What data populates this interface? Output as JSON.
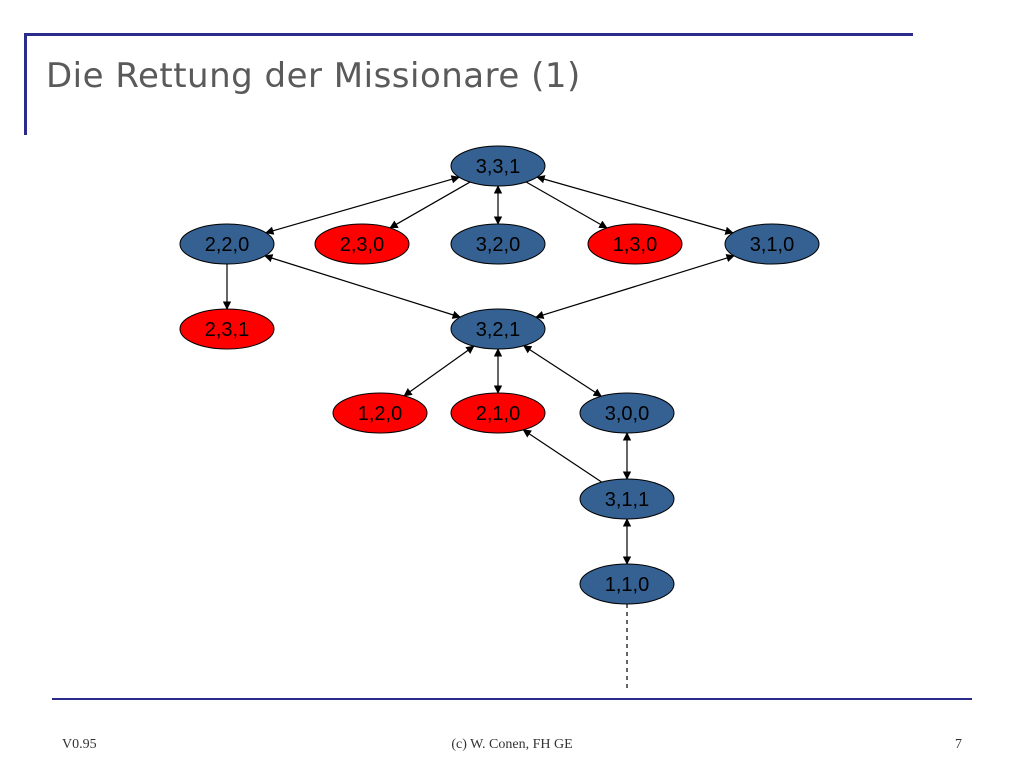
{
  "slide": {
    "title": "Die Rettung der Missionare (1)",
    "footer_left": "V0.95",
    "footer_center": "(c) W. Conen, FH GE",
    "page_number": "7"
  },
  "colors": {
    "valid_state": "#346192",
    "invalid_state": "#ff0000",
    "frame": "#2b2b8c"
  },
  "diagram": {
    "nodes": [
      {
        "id": "n331",
        "label": "3,3,1",
        "status": "valid"
      },
      {
        "id": "n220",
        "label": "2,2,0",
        "status": "valid"
      },
      {
        "id": "n230",
        "label": "2,3,0",
        "status": "invalid"
      },
      {
        "id": "n320",
        "label": "3,2,0",
        "status": "valid"
      },
      {
        "id": "n130",
        "label": "1,3,0",
        "status": "invalid"
      },
      {
        "id": "n310",
        "label": "3,1,0",
        "status": "valid"
      },
      {
        "id": "n231",
        "label": "2,3,1",
        "status": "invalid"
      },
      {
        "id": "n321",
        "label": "3,2,1",
        "status": "valid"
      },
      {
        "id": "n120",
        "label": "1,2,0",
        "status": "invalid"
      },
      {
        "id": "n210",
        "label": "2,1,0",
        "status": "invalid"
      },
      {
        "id": "n300",
        "label": "3,0,0",
        "status": "valid"
      },
      {
        "id": "n311",
        "label": "3,1,1",
        "status": "valid"
      },
      {
        "id": "n110",
        "label": "1,1,0",
        "status": "valid"
      }
    ],
    "edges": [
      {
        "from": "n331",
        "to": "n220",
        "bidirectional": true
      },
      {
        "from": "n331",
        "to": "n230",
        "bidirectional": false
      },
      {
        "from": "n331",
        "to": "n320",
        "bidirectional": true
      },
      {
        "from": "n331",
        "to": "n130",
        "bidirectional": false
      },
      {
        "from": "n331",
        "to": "n310",
        "bidirectional": true
      },
      {
        "from": "n220",
        "to": "n231",
        "bidirectional": false
      },
      {
        "from": "n220",
        "to": "n321",
        "bidirectional": true
      },
      {
        "from": "n310",
        "to": "n321",
        "bidirectional": true
      },
      {
        "from": "n321",
        "to": "n120",
        "bidirectional": true
      },
      {
        "from": "n321",
        "to": "n210",
        "bidirectional": true
      },
      {
        "from": "n321",
        "to": "n300",
        "bidirectional": true
      },
      {
        "from": "n300",
        "to": "n311",
        "bidirectional": true
      },
      {
        "from": "n311",
        "to": "n210",
        "bidirectional": false
      },
      {
        "from": "n311",
        "to": "n110",
        "bidirectional": true
      }
    ],
    "continuation": {
      "from": "n110",
      "style": "dashed"
    }
  }
}
